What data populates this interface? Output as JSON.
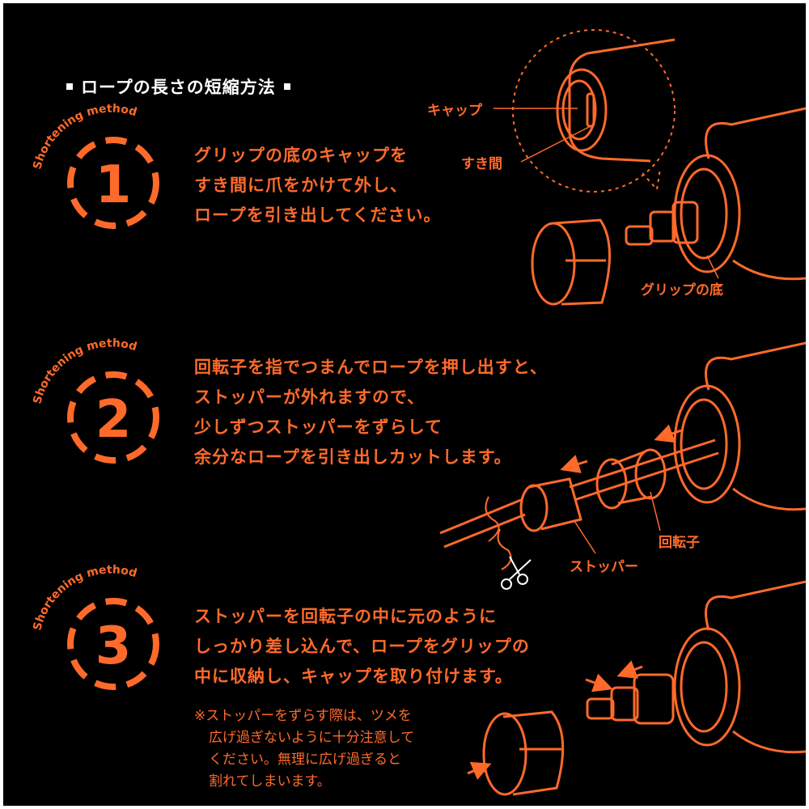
{
  "heading": "ロープの長さの短縮方法",
  "accent_color": "#ff6a2b",
  "badge_label": "Shortening method",
  "steps": [
    {
      "number": "1",
      "lines": [
        "グリップの底のキャップを",
        "すき間に爪をかけて外し、",
        "ロープを引き出してください。"
      ]
    },
    {
      "number": "2",
      "lines": [
        "回転子を指でつまんでロープを押し出すと、",
        "ストッパーが外れますので、",
        "少しずつストッパーをずらして",
        "余分なロープを引き出しカットします。"
      ]
    },
    {
      "number": "3",
      "lines": [
        "ストッパーを回転子の中に元のように",
        "しっかり差し込んで、ロープをグリップの",
        "中に収納し、キャップを取り付けます。"
      ]
    }
  ],
  "note": {
    "first": "※ストッパーをずらす際は、ツメを",
    "rest": [
      "広げ過ぎないように十分注意して",
      "ください。無理に広げ過ぎると",
      "割れてしまいます。"
    ]
  },
  "callouts": {
    "cap": "キャップ",
    "gap": "すき間",
    "grip_bottom": "グリップの底",
    "rotor": "回転子",
    "stopper": "ストッパー"
  }
}
